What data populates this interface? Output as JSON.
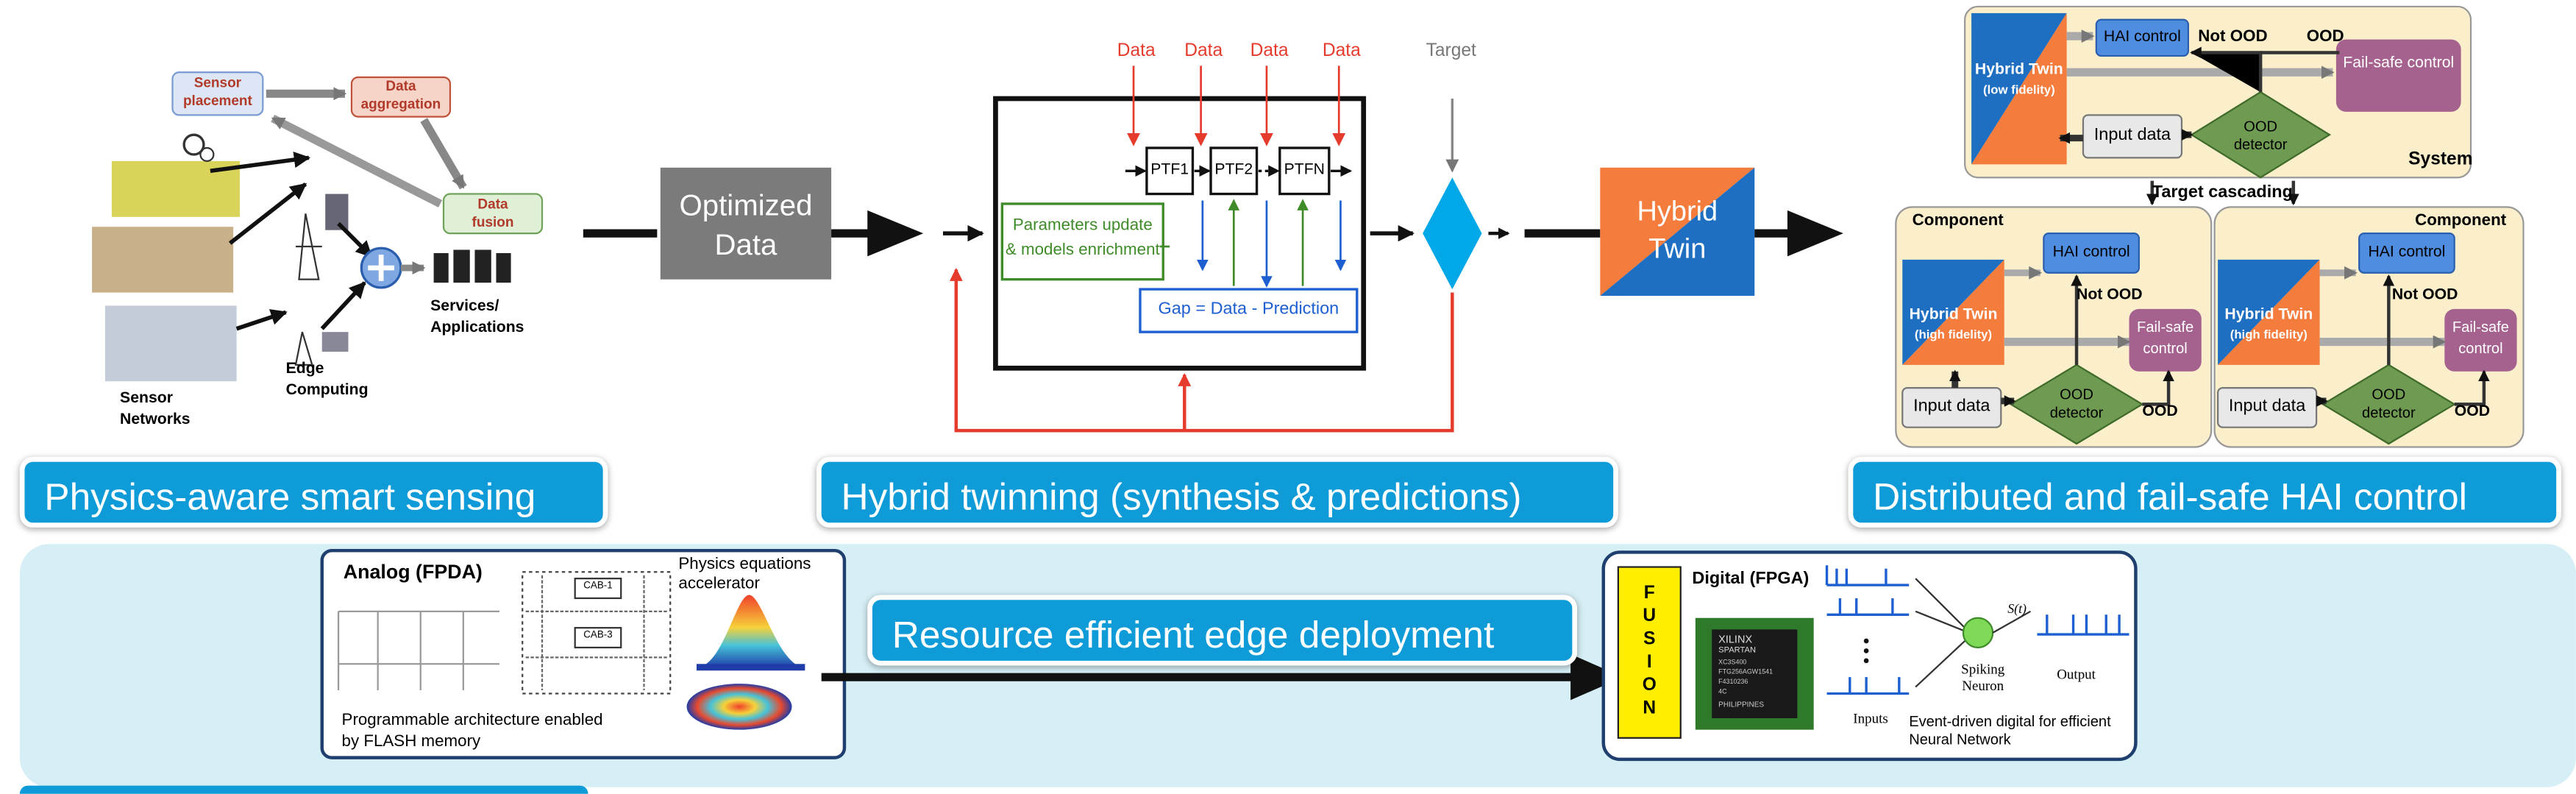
{
  "colors": {
    "accent": "#0f9bd7",
    "light_band": "#d6eff6",
    "data_red": "#e53b2c",
    "orange": "#f47c3c",
    "twin_blue": "#1e6fc2",
    "ood_green": "#6f9a52",
    "failsafe_purple": "#a6628f",
    "beige": "#fbeecb",
    "fusion_yellow": "#ffee00"
  },
  "sensing": {
    "sensor_placement": "Sensor placement",
    "data_aggregation": "Data aggregation",
    "data_fusion": "Data fusion",
    "services": "Services/ Applications",
    "sensor_networks": "Sensor Networks",
    "edge_computing": "Edge Computing"
  },
  "optimized_data": "Optimized Data",
  "hybrid": {
    "data_labels": [
      "Data",
      "Data",
      "Data",
      "Data"
    ],
    "target": "Target",
    "ptf": [
      "PTF1",
      "PTF2",
      "PTFN"
    ],
    "params": "Parameters update & models enrichment",
    "gap": "Gap = Data - Prediction"
  },
  "hybrid_twin_box": "Hybrid Twin",
  "control": {
    "system": "System",
    "component": "Component",
    "hai_control": "HAI control",
    "failsafe": "Fail-safe control",
    "hybrid_twin": "Hybrid Twin",
    "low_fidelity": "(low fidelity)",
    "high_fidelity": "(high fidelity)",
    "input_data": "Input data",
    "ood_detector": "OOD detector",
    "not_ood": "Not OOD",
    "ood": "OOD",
    "target_cascading": "Target cascading"
  },
  "bars": {
    "sensing": "Physics-aware smart sensing",
    "hybrid": "Hybrid twinning (synthesis & predictions)",
    "control": "Distributed and fail-safe HAI control",
    "edge": "Resource efficient edge deployment"
  },
  "analog": {
    "title": "Analog (FPDA)",
    "accelerator": "Physics equations accelerator",
    "programmable": "Programmable architecture enabled by FLASH memory",
    "cab1": "CAB-1",
    "cab3": "CAB-3"
  },
  "digital": {
    "fusion": [
      "F",
      "U",
      "S",
      "I",
      "O",
      "N"
    ],
    "title": "Digital (FPGA)",
    "chip_lines": [
      "XILINX",
      "SPARTAN",
      "XC3S400",
      "FTG256AGW1541",
      "F4310236",
      "4C",
      "PHILIPPINES"
    ],
    "inputs": "Inputs",
    "spiking": "Spiking Neuron",
    "output": "Output",
    "st": "S(t)",
    "event": "Event-driven digital for efficient Neural Network"
  }
}
